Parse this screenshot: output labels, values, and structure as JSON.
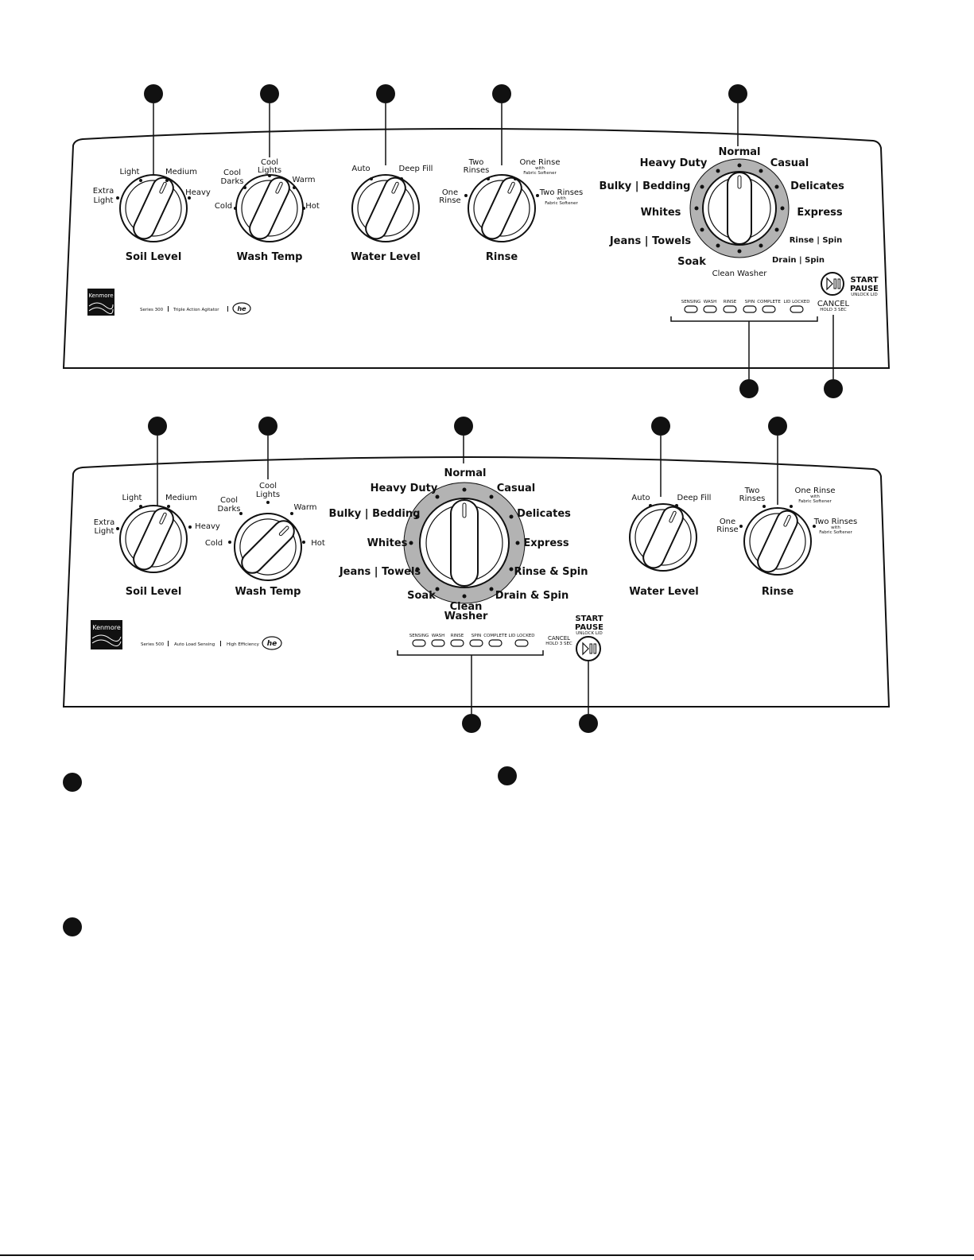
{
  "panel1": {
    "soil": {
      "caption": "Soil Level",
      "extra1": "Extra",
      "extra2": "Light",
      "light": "Light",
      "medium": "Medium",
      "heavy": "Heavy"
    },
    "temp": {
      "caption": "Wash Temp",
      "cold": "Cold",
      "cooldarks1": "Cool",
      "cooldarks2": "Darks",
      "coollights1": "Cool",
      "coollights2": "Lights",
      "warm": "Warm",
      "hot": "Hot"
    },
    "water": {
      "caption": "Water Level",
      "auto": "Auto",
      "deepfill": "Deep Fill"
    },
    "rinse": {
      "caption": "Rinse",
      "one1": "One",
      "one2": "Rinse",
      "two1": "Two",
      "two2": "Rinses",
      "onerinse": "One Rinse",
      "with": "with",
      "fabsoft": "Fabric Softener",
      "tworinses": "Two Rinses"
    },
    "cycle": {
      "normal": "Normal",
      "heavyduty": "Heavy Duty",
      "casual": "Casual",
      "bulky": "Bulky | Bedding",
      "delicates": "Delicates",
      "whites": "Whites",
      "express": "Express",
      "jeans": "Jeans | Towels",
      "rinsespin": "Rinse | Spin",
      "soak": "Soak",
      "drainspin": "Drain | Spin",
      "cleanwasher": "Clean Washer"
    },
    "status": [
      "SENSING",
      "WASH",
      "RINSE",
      "SPIN",
      "COMPLETE",
      "LID LOCKED"
    ],
    "start": {
      "start": "START",
      "pause": "PAUSE",
      "unlock": "UNLOCK LID",
      "cancel": "CANCEL",
      "hold": "HOLD 3 SEC"
    },
    "brand": {
      "logo": "Kenmore",
      "series": "Series 300",
      "feature": "Triple Action Agitator",
      "he": "he"
    }
  },
  "panel2": {
    "soil": {
      "caption": "Soil Level",
      "extra1": "Extra",
      "extra2": "Light",
      "light": "Light",
      "medium": "Medium",
      "heavy": "Heavy"
    },
    "temp": {
      "caption": "Wash Temp",
      "cold": "Cold",
      "cooldarks1": "Cool",
      "cooldarks2": "Darks",
      "coollights1": "Cool",
      "coollights2": "Lights",
      "warm": "Warm",
      "hot": "Hot"
    },
    "cycle": {
      "normal": "Normal",
      "heavyduty": "Heavy Duty",
      "casual": "Casual",
      "bulky": "Bulky | Bedding",
      "delicates": "Delicates",
      "whites": "Whites",
      "express": "Express",
      "jeans": "Jeans | Towels",
      "rinsespin": "Rinse & Spin",
      "soak": "Soak",
      "drainspin": "Drain & Spin",
      "clean1": "Clean",
      "clean2": "Washer"
    },
    "water": {
      "caption": "Water Level",
      "auto": "Auto",
      "deepfill": "Deep Fill"
    },
    "rinse": {
      "caption": "Rinse",
      "one1": "One",
      "one2": "Rinse",
      "two1": "Two",
      "two2": "Rinses",
      "onerinse": "One Rinse",
      "with": "with",
      "fabsoft": "Fabric Softener",
      "tworinses": "Two Rinses"
    },
    "status": [
      "SENSING",
      "WASH",
      "RINSE",
      "SPIN",
      "COMPLETE",
      "LID LOCKED"
    ],
    "start": {
      "start": "START",
      "pause": "PAUSE",
      "unlock": "UNLOCK LID",
      "cancel": "CANCEL",
      "hold": "HOLD 3 SEC"
    },
    "brand": {
      "logo": "Kenmore",
      "series": "Series 500",
      "feature": "Auto Load Sensing",
      "feature2": "High Efficiency",
      "he": "he"
    }
  },
  "colors": {
    "ink": "#111111",
    "ring": "#b3b3b3",
    "paper": "#ffffff"
  }
}
